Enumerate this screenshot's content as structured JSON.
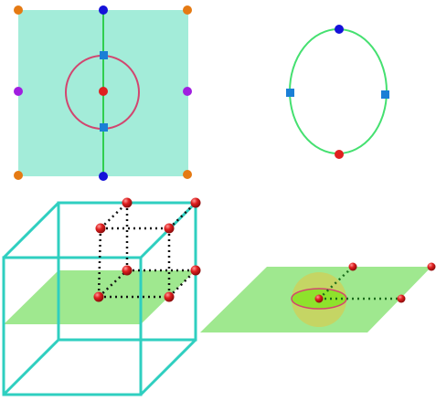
{
  "colors": {
    "background": "#ffffff",
    "square_fill": "#a3ecd9",
    "green_line": "#2fcf4f",
    "ring": "#d2456f",
    "orange_point": "#e57a13",
    "purple_point": "#a01ee0",
    "blue_point": "#1512d9",
    "red_point": "#e01f1f",
    "blue_square": "#1b7fd6",
    "ellipse_stroke": "#45e070",
    "cube_edge": "#2fcfc0",
    "plane_fill": "#9fe88f",
    "sphere_fill": "#c9d35f",
    "disk_fill": "#8ee22c",
    "dotted": "#111111"
  },
  "panels": [
    {
      "name": "square-with-circle",
      "description_icon": "square-diagram"
    },
    {
      "name": "ellipse-loop",
      "description_icon": "ellipse-diagram"
    },
    {
      "name": "cube-lattice",
      "description_icon": "cube-diagram"
    },
    {
      "name": "plane-sphere",
      "description_icon": "plane-diagram"
    }
  ]
}
